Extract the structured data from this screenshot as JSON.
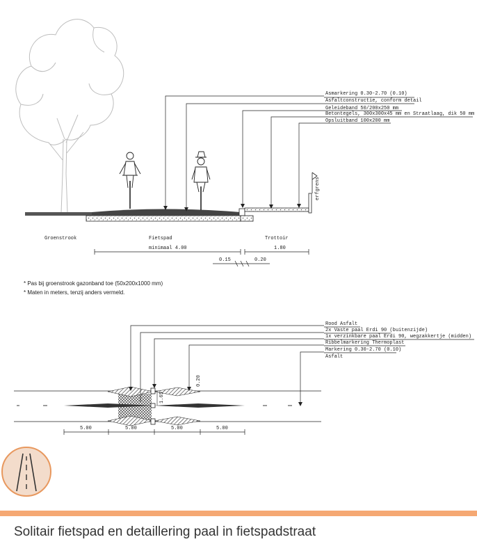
{
  "colors": {
    "accent": "#F5A873",
    "icon_fill": "#F3DCCB",
    "icon_ring": "#E8985E",
    "ink": "#222222",
    "tree": "#bdbdbd"
  },
  "section": {
    "callouts": [
      "Asmarkering 0.30-2.70 (0.10)",
      "Asfaltconstructie, conform detail",
      "Geleideband 50/200x250 mm",
      "Betontegels, 300x300x45 mm en Straatlaag, dik 50 mm",
      "Opsluitband 100x200 mm"
    ],
    "erfgrens": "erfgrens",
    "zones": {
      "groenstrook": "Groenstrook",
      "fietspad": "Fietspad",
      "trottoir": "Trottoir"
    },
    "dims": {
      "fietspad_width": "minimaal 4.00",
      "trottoir_width": "1.80",
      "gap_left": "0.15",
      "gap_right": "0.20"
    }
  },
  "notes": [
    "* Pas bij groenstrook gazonband toe (50x200x1000 mm)",
    "* Maten in meters, tenzij anders vermeld."
  ],
  "plan": {
    "callouts": [
      "Rood Asfalt",
      "2x Vaste paal Erdi 90 (buitenzijde)",
      "1x verzinkbare paal Erdi 90, wegzakkertje (midden)",
      "Ribbelmarkering Thermoplast",
      "Markering 0.30-2.70 (0.10)",
      "Asfalt"
    ],
    "dims": [
      "5.00",
      "5.00",
      "5.00",
      "5.00"
    ],
    "vertical_dims": {
      "top": "0.20",
      "center": "1.65"
    }
  },
  "icon": "road-icon",
  "caption": "Solitair fietspad en detaillering paal in fietspadstraat"
}
